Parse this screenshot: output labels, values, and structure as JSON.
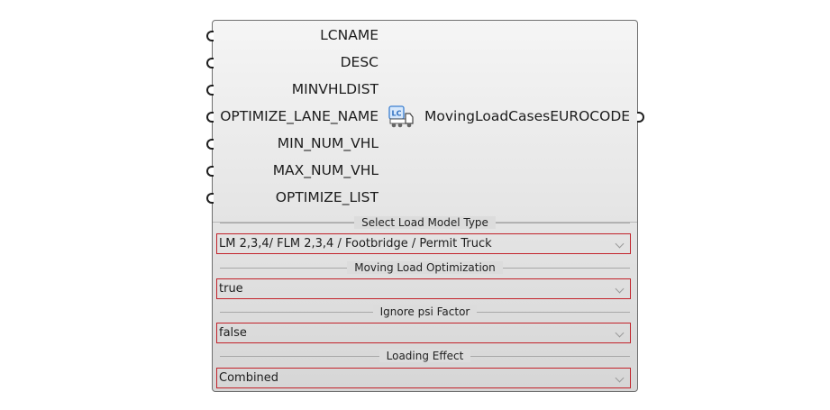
{
  "component": {
    "inputs": [
      "LCNAME",
      "DESC",
      "MINVHLDIST",
      "OPTIMIZE_LANE_NAME",
      "MIN_NUM_VHL",
      "MAX_NUM_VHL",
      "OPTIMIZE_LIST"
    ],
    "output": "MovingLoadCasesEUROCODE",
    "icon_label": "LC",
    "icon": "moving-load-truck-icon"
  },
  "options": {
    "load_model_type": {
      "title": "Select Load Model Type",
      "value": "LM 2,3,4/ FLM 2,3,4 / Footbridge / Permit Truck"
    },
    "optimization": {
      "title": "Moving Load Optimization",
      "value": "true"
    },
    "ignore_psi": {
      "title": "Ignore psi Factor",
      "value": "false"
    },
    "loading_effect": {
      "title": "Loading Effect",
      "value": "Combined"
    }
  },
  "colors": {
    "dropdown_border": "#c2222a",
    "body": "#dcdcdc",
    "grip": "#1e1e1e"
  }
}
